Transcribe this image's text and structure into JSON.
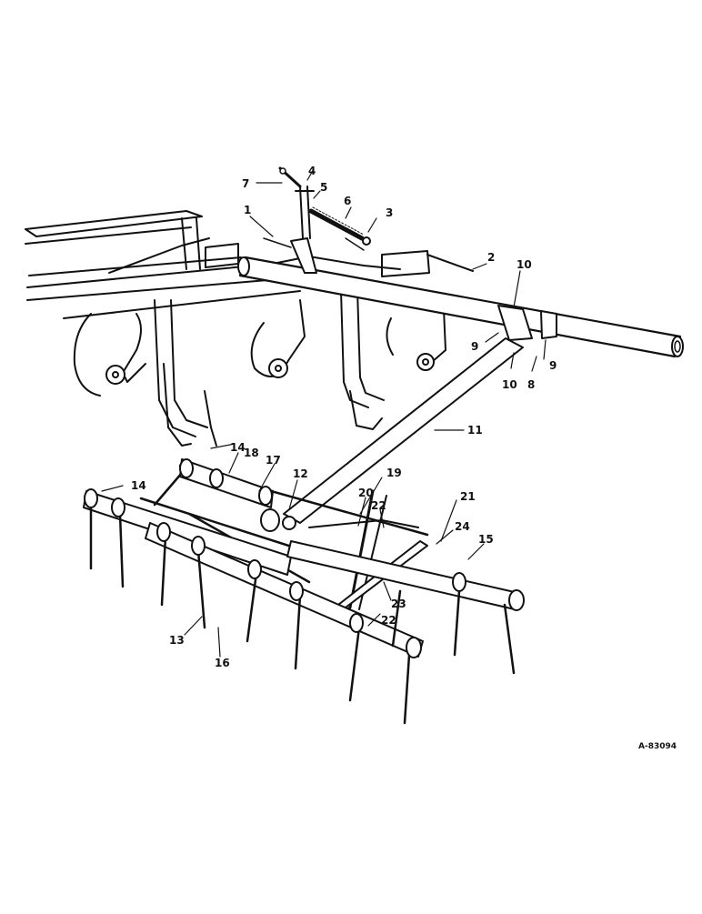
{
  "diagram": {
    "callouts": [
      "1",
      "2",
      "3",
      "4",
      "5",
      "6",
      "7",
      "8",
      "9",
      "9",
      "10",
      "10",
      "11",
      "12",
      "13",
      "14",
      "14",
      "15",
      "16",
      "17",
      "18",
      "19",
      "20",
      "21",
      "22",
      "22",
      "23",
      "24"
    ],
    "reference_code": "A-83094"
  }
}
